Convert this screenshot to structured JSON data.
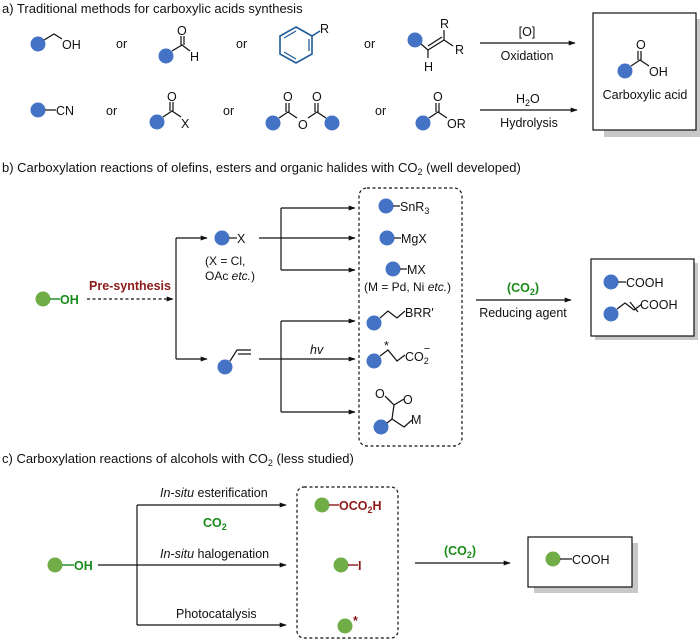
{
  "colors": {
    "substrate_blue": "#4472c4",
    "alcohol_green": "#70ad47",
    "co2_green": "#1a8a1a",
    "highlight_red": "#8b1a1a"
  },
  "panel_a": {
    "heading": "a) Traditional methods for carboxylic acids synthesis",
    "or": "or",
    "row1": {
      "alcohol_oh": "OH",
      "aldehyde_o": "O",
      "aldehyde_h": "H",
      "arene_r": "R",
      "alkene_r1": "R",
      "alkene_r2": "R",
      "alkene_h": "H",
      "reagent": "[O]",
      "process": "Oxidation"
    },
    "row2": {
      "nitrile": "CN",
      "acyl_o": "O",
      "acyl_x": "X",
      "anhydride_o1": "O",
      "anhydride_o2": "O",
      "anhydride_obridge": "O",
      "ester_o": "O",
      "ester_or": "OR",
      "reagent_h": "H",
      "reagent_sub": "2",
      "reagent_o": "O",
      "process": "Hydrolysis"
    },
    "product": {
      "o": "O",
      "oh": "OH",
      "label": "Carboxylic acid"
    }
  },
  "panel_b": {
    "heading_pre": "b) Carboxylation reactions of olefins, esters and organic halides with CO",
    "heading_sub": "2",
    "heading_post": " (well developed)",
    "start_oh": "OH",
    "pre_synthesis": "Pre-synthesis",
    "halide": {
      "x": "X",
      "note1": "(X = Cl,",
      "note2_a": "OAc ",
      "note2_b": "etc.",
      "note2_c": ")"
    },
    "hv": "hv",
    "intermediates": {
      "sn": "SnR",
      "sn_sub": "3",
      "mg": "MgX",
      "mx": "MX",
      "m_note_a": "(M = Pd, Ni ",
      "m_note_b": "etc.",
      "m_note_c": ")",
      "boron": "BRR'",
      "star": "*",
      "carboxylate": "CO",
      "carboxylate_sub": "2",
      "carboxylate_sup": "−",
      "lactone_o": "O",
      "lactone_ring_o": "O",
      "lactone_m": "M"
    },
    "reagent": "(CO",
    "reagent_sub": "2",
    "reagent_close": ")",
    "condition": "Reducing agent",
    "products": [
      "COOH",
      "COOH"
    ]
  },
  "panel_c": {
    "heading_pre": "c) Carboxylation reactions of alcohols with CO",
    "heading_sub": "2",
    "heading_post": " (less studied)",
    "start_oh": "OH",
    "routes": [
      {
        "italic": "In-situ",
        "rest": " esterification"
      },
      {
        "italic": "In-situ",
        "rest": " halogenation"
      },
      {
        "italic": "",
        "rest": "Photocatalysis"
      }
    ],
    "co2_label": "CO",
    "co2_sub": "2",
    "intermediates": {
      "carbonate": "OCO",
      "carbonate_sub": "2",
      "carbonate_h": "H",
      "iodide": "I",
      "radical": "*"
    },
    "reagent": "(CO",
    "reagent_sub": "2",
    "reagent_close": ")",
    "product": "COOH"
  }
}
